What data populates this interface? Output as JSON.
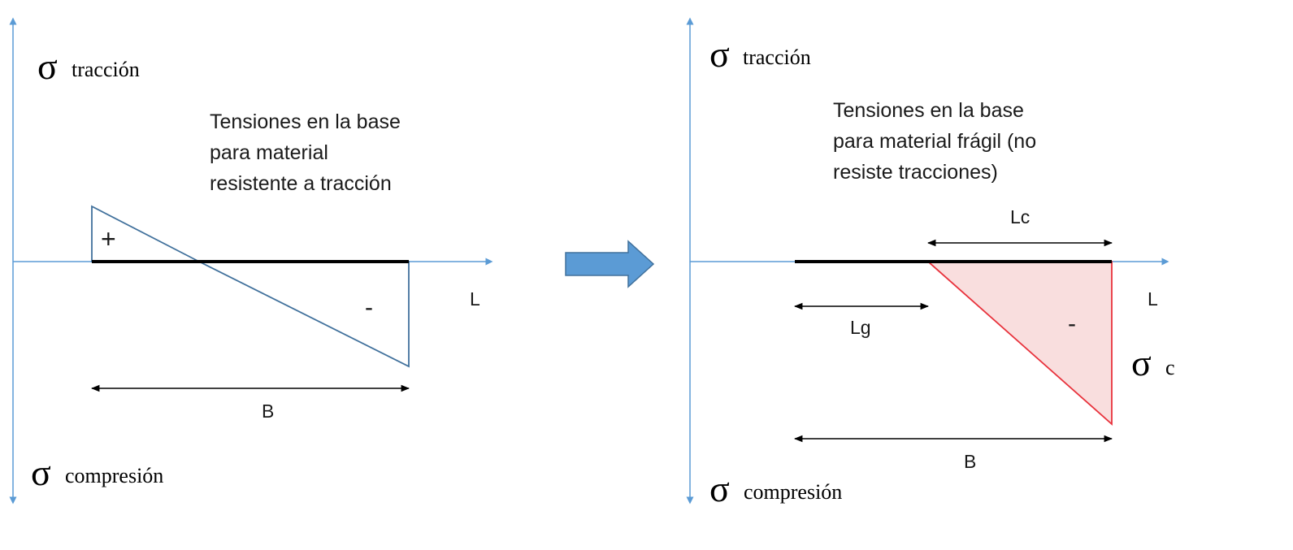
{
  "left_panel": {
    "sigma": "σ",
    "top_label": "tracción",
    "bottom_label": "compresión",
    "caption": [
      "Tensiones en la base",
      "para material",
      "resistente a tracción"
    ],
    "plus_sign": "+",
    "minus_sign": "-",
    "axis_label": "L",
    "dimension_label": "B"
  },
  "right_panel": {
    "sigma": "σ",
    "top_label": "tracción",
    "bottom_label": "compresión",
    "caption": [
      "Tensiones en la base",
      "para material frágil (no",
      "resiste tracciones)"
    ],
    "minus_sign": "-",
    "axis_label": "L",
    "compressed_length_label": "Lc",
    "gap_length_label": "Lg",
    "dimension_label": "B",
    "sigma_c_subscript": "c"
  },
  "colors": {
    "axis": "#5b9bd5",
    "stress_outline": "#41719c",
    "base": "#000000",
    "compression_fill": "#f9dede",
    "compression_edge": "#e8323c",
    "arrow_fill": "#5b9bd5",
    "arrow_edge": "#41719c"
  }
}
